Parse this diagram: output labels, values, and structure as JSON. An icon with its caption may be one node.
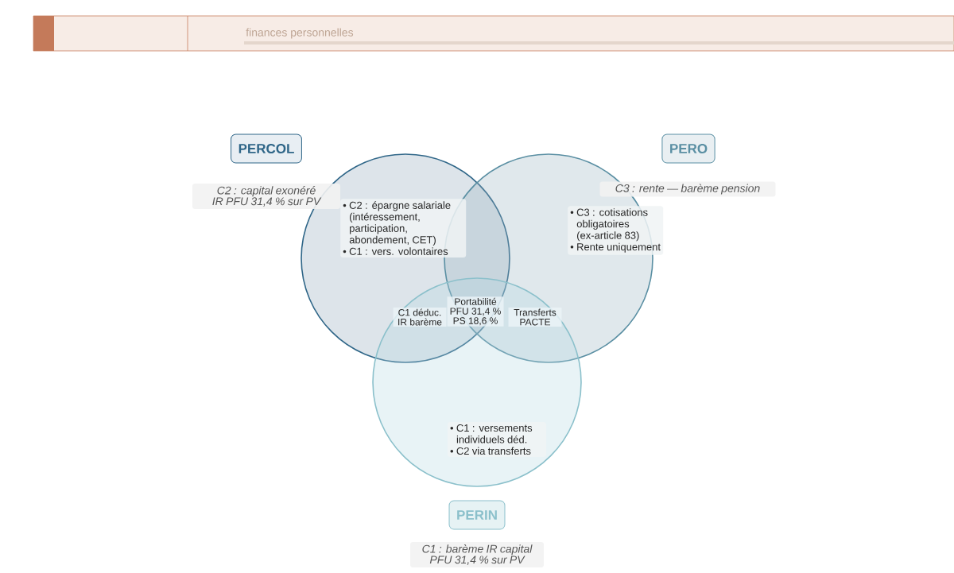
{
  "diagram": {
    "nodes": [
      {
        "text": [
          "PERCOL",
          "C2 : capital exonéré IR PFU 31,4 % sur PV",
          "• C2 : épargne salariale (intéressement, participation, abondement, CET)",
          "• C1 : vers. volontaires"
        ]
      },
      {
        "text": [
          "PERO",
          "C3 : rente — barème pension",
          "• C3 : cotisations obligatoires (ex-article 83)",
          "• Rente uniquement"
        ]
      },
      {
        "text": [
          "• C1 : versements individuels déd.",
          "• C2 via transferts",
          "PERIN",
          "C1 : barème IR capital PFU 31,4 % sur PV"
        ]
      }
    ],
    "labels": [
      "finances personnelles",
      "C1 déduc. IR barème",
      "Portabilité PFU 31,4 % PS 18,6 %",
      "Transferts PACTE"
    ]
  }
}
